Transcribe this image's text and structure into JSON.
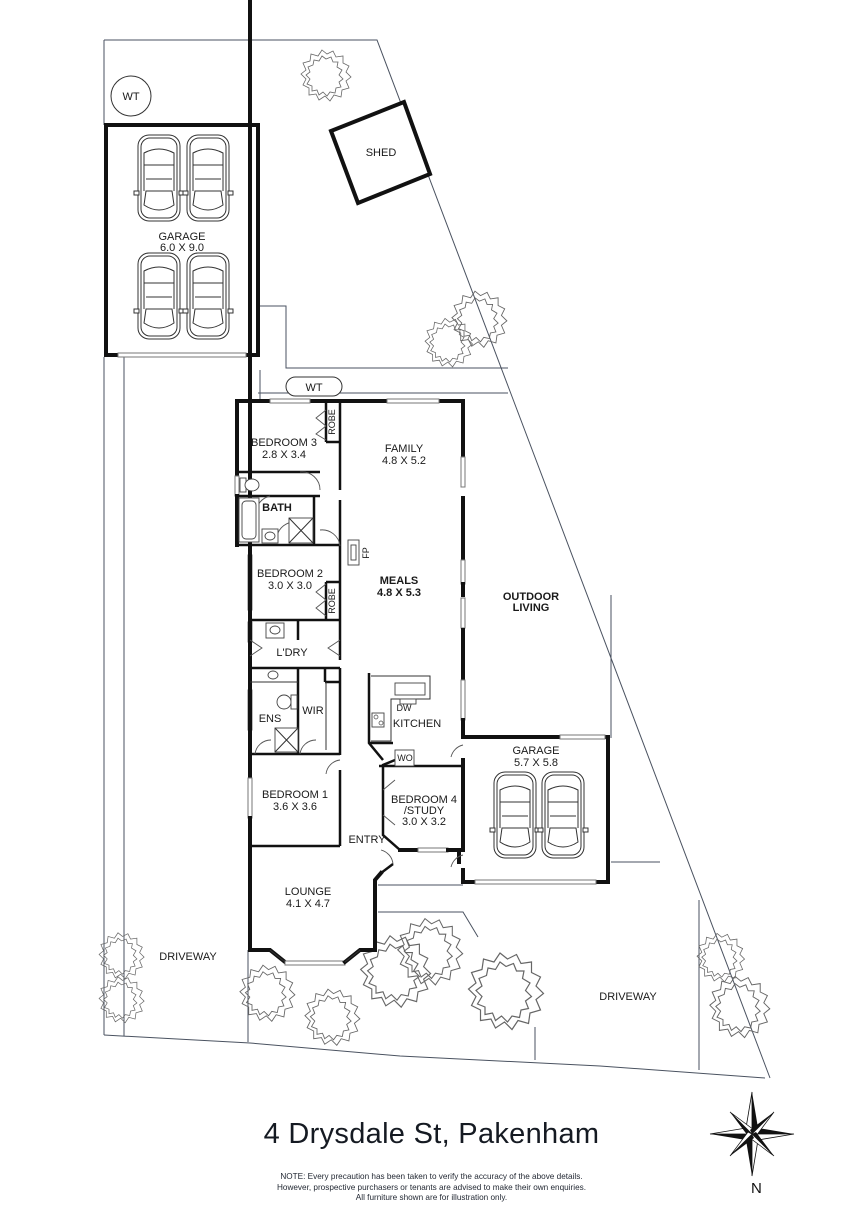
{
  "plan": {
    "address": "4 Drysdale St, Pakenham",
    "note_lines": [
      "NOTE: Every precaution has been taken to verify the accuracy of the above details.",
      "However, prospective purchasers or tenants are advised to make their own enquiries.",
      "All furniture shown are for illustration only."
    ],
    "compass_label": "N",
    "line_color": "#111111",
    "boundary_color": "#4a5260"
  },
  "rooms": {
    "water_tank_top": {
      "name": "WT"
    },
    "water_tank_house": {
      "name": "WT"
    },
    "shed": {
      "name": "SHED"
    },
    "rear_garage": {
      "name": "GARAGE",
      "size": "6.0 X 9.0"
    },
    "bedroom3": {
      "name": "BEDROOM 3",
      "size": "2.8 X 3.4"
    },
    "robe3": {
      "name": "ROBE"
    },
    "family": {
      "name": "FAMILY",
      "size": "4.8 X 5.2"
    },
    "bath": {
      "name": "BATH"
    },
    "fireplace": {
      "name": "FP"
    },
    "bedroom2": {
      "name": "BEDROOM 2",
      "size": "3.0 X 3.0"
    },
    "robe2": {
      "name": "ROBE"
    },
    "meals": {
      "name": "MEALS",
      "size": "4.8 X 5.3"
    },
    "outdoor_living": {
      "name_line1": "OUTDOOR",
      "name_line2": "LIVING"
    },
    "laundry": {
      "name": "L'DRY"
    },
    "ensuite": {
      "name": "ENS"
    },
    "wir": {
      "name": "WIR"
    },
    "kitchen": {
      "name": "KITCHEN"
    },
    "dishwasher": {
      "name": "DW"
    },
    "wall_oven": {
      "name": "WO"
    },
    "front_garage": {
      "name": "GARAGE",
      "size": "5.7 X 5.8"
    },
    "bedroom1": {
      "name": "BEDROOM 1",
      "size": "3.6 X 3.6"
    },
    "bedroom4": {
      "name_line1": "BEDROOM 4",
      "name_line2": "/STUDY",
      "size": "3.0 X 3.2"
    },
    "entry": {
      "name": "ENTRY"
    },
    "lounge": {
      "name": "LOUNGE",
      "size": "4.1 X 4.7"
    },
    "driveway_left": {
      "name": "DRIVEWAY"
    },
    "driveway_right": {
      "name": "DRIVEWAY"
    }
  }
}
